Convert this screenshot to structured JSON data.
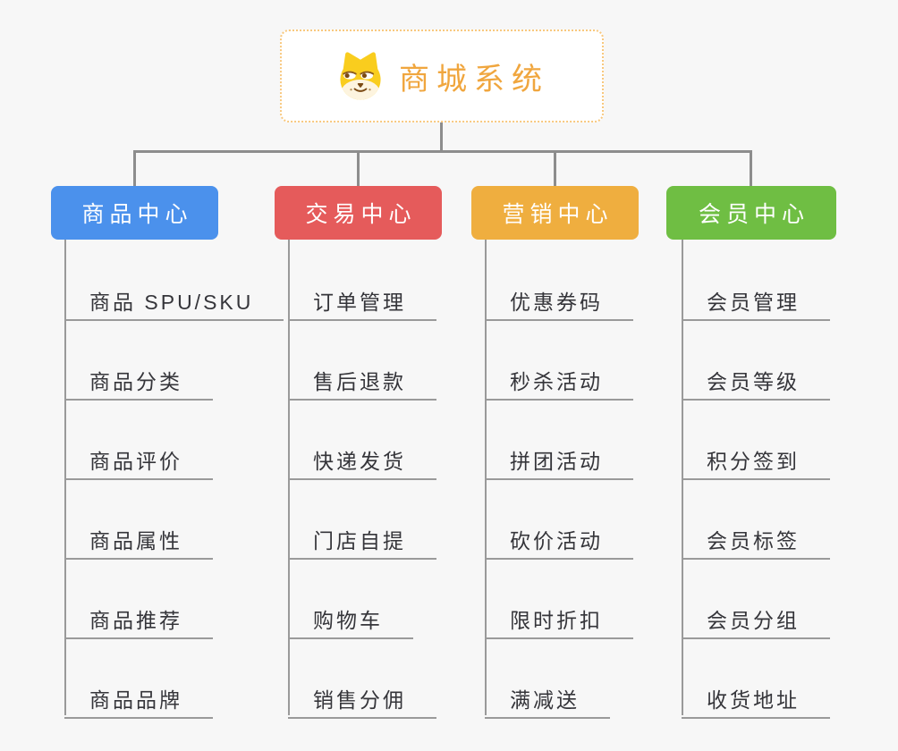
{
  "root": {
    "title": "商城系统",
    "icon": "dog-face-icon",
    "accent_color": "#F0A63E",
    "border_color": "#F8C87E"
  },
  "branches": [
    {
      "id": "product-center",
      "label": "商品中心",
      "color": "#4B91EC",
      "items": [
        "商品 SPU/SKU",
        "商品分类",
        "商品评价",
        "商品属性",
        "商品推荐",
        "商品品牌"
      ]
    },
    {
      "id": "trade-center",
      "label": "交易中心",
      "color": "#E55B5B",
      "items": [
        "订单管理",
        "售后退款",
        "快递发货",
        "门店自提",
        "购物车",
        "销售分佣"
      ]
    },
    {
      "id": "marketing-center",
      "label": "营销中心",
      "color": "#EFAE3F",
      "items": [
        "优惠券码",
        "秒杀活动",
        "拼团活动",
        "砍价活动",
        "限时折扣",
        "满减送"
      ]
    },
    {
      "id": "member-center",
      "label": "会员中心",
      "color": "#6FBE43",
      "items": [
        "会员管理",
        "会员等级",
        "积分签到",
        "会员标签",
        "会员分组",
        "收货地址"
      ]
    }
  ],
  "connector_color": "#8D8D8D",
  "line_color": "#9A9A9A",
  "background_color": "#F7F7F7"
}
